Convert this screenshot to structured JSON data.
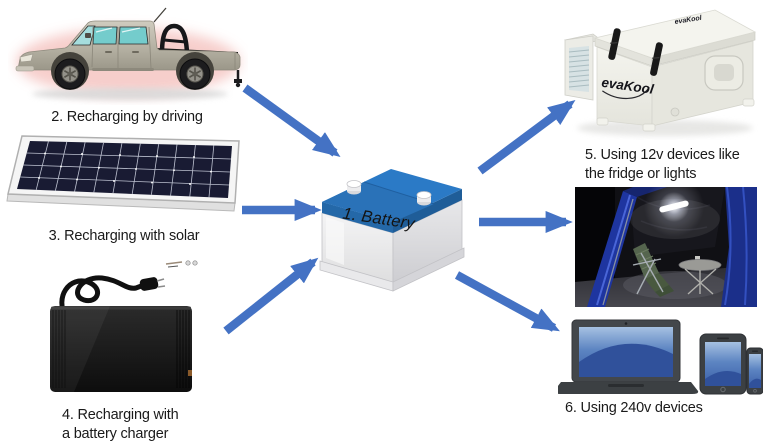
{
  "canvas": {
    "width": "768",
    "height": "446"
  },
  "colors": {
    "background": "#ffffff",
    "arrow": "#4472C4",
    "label_text": "#1a1a1a",
    "battery_lid": "#2b7ac6"
  },
  "nodes": {
    "battery": {
      "label": "1. Battery"
    },
    "truck": {
      "label": "2. Recharging by driving"
    },
    "solar": {
      "label": "3. Recharging with solar"
    },
    "charger": {
      "label_line1": "4. Recharging with",
      "label_line2": "a battery charger"
    },
    "fridge": {
      "label_line1": "5. Using 12v devices like",
      "label_line2": "the fridge or lights",
      "brand": "evaKool"
    },
    "devices": {
      "label": "6. Using 240v devices"
    }
  },
  "arrows": [
    {
      "from": "truck",
      "to": "battery"
    },
    {
      "from": "solar",
      "to": "battery"
    },
    {
      "from": "charger",
      "to": "battery"
    },
    {
      "from": "battery",
      "to": "fridge"
    },
    {
      "from": "battery",
      "to": "tent"
    },
    {
      "from": "battery",
      "to": "devices"
    }
  ],
  "icons": {
    "truck": "pickup-truck-illustration",
    "solar": "solar-panel-illustration",
    "charger": "battery-charger-illustration",
    "battery": "car-battery-illustration",
    "fridge": "evakool-fridge-illustration",
    "tent": "tent-interior-photo",
    "devices": "laptop-tablet-phone-illustration"
  }
}
